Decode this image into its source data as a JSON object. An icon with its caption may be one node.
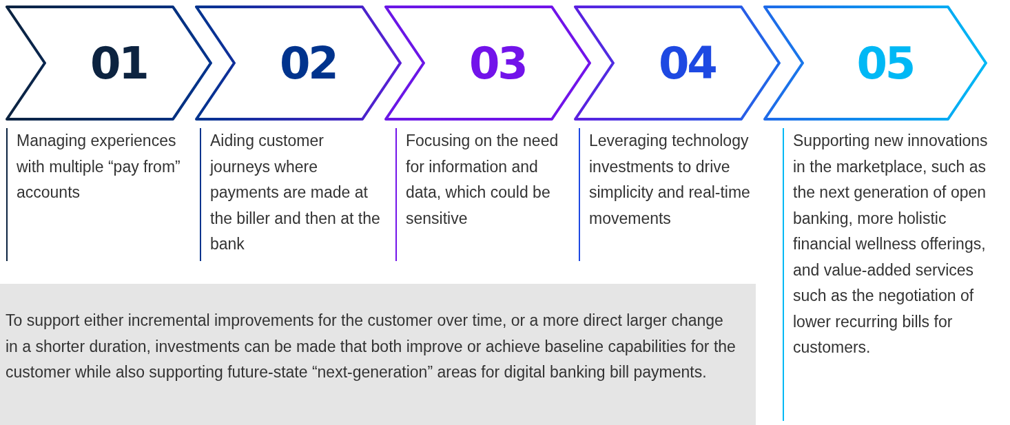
{
  "diagram": {
    "nodes": [
      {
        "text": [
          "01"
        ],
        "beside": [
          "Managing experiences with multiple “pay from” accounts"
        ]
      },
      {
        "text": [
          "02"
        ],
        "beside": [
          "Aiding customer journeys where payments are made at the biller and then at the bank"
        ]
      },
      {
        "text": [
          "03"
        ],
        "beside": [
          "Focusing on the need for information and data, which could be sensitive"
        ]
      },
      {
        "text": [
          "04"
        ],
        "beside": [
          "Leveraging technology investments to drive simplicity and real-time movements"
        ]
      },
      {
        "text": [
          "05"
        ],
        "beside": [
          "Supporting new innovations in the marketplace, such as the next generation of open banking, more holistic financial wellness offerings, and value-added services such as the negotiation of lower recurring bills for customers."
        ]
      },
      {
        "text": [
          "To support either incremental improvements for the customer over time, or a more direct larger change in a shorter duration, investments can be made that both improve or achieve baseline capabilities for the customer while also supporting future-state “next-generation” areas for digital banking bill payments."
        ]
      }
    ]
  }
}
